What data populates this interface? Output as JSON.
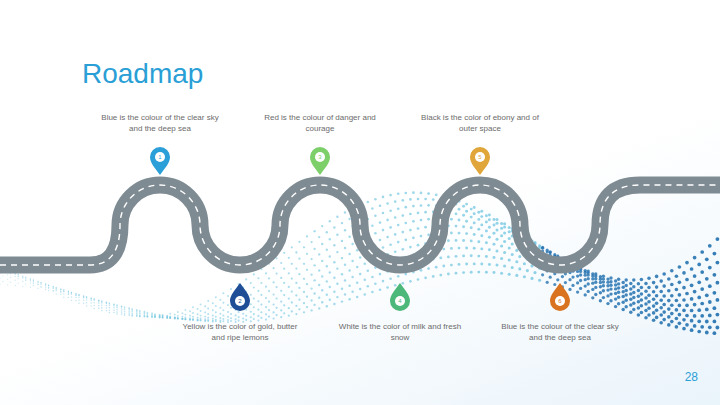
{
  "diagram": {
    "title": "Roadmap",
    "nodes": [
      {
        "text": [
          "1",
          "Blue is the colour of the clear sky and the deep sea"
        ]
      },
      {
        "text": [
          "2",
          "Yellow is the color of gold, butter and ripe lemons"
        ]
      },
      {
        "text": [
          "3",
          "Red is the colour of danger and courage"
        ]
      },
      {
        "text": [
          "4",
          "White is the color of milk and fresh snow"
        ]
      },
      {
        "text": [
          "5",
          "Black is the color of ebony and of outer space"
        ]
      },
      {
        "text": [
          "6",
          "Blue is the colour of the clear sky and the deep sea"
        ]
      }
    ],
    "labels": [
      "28"
    ]
  }
}
